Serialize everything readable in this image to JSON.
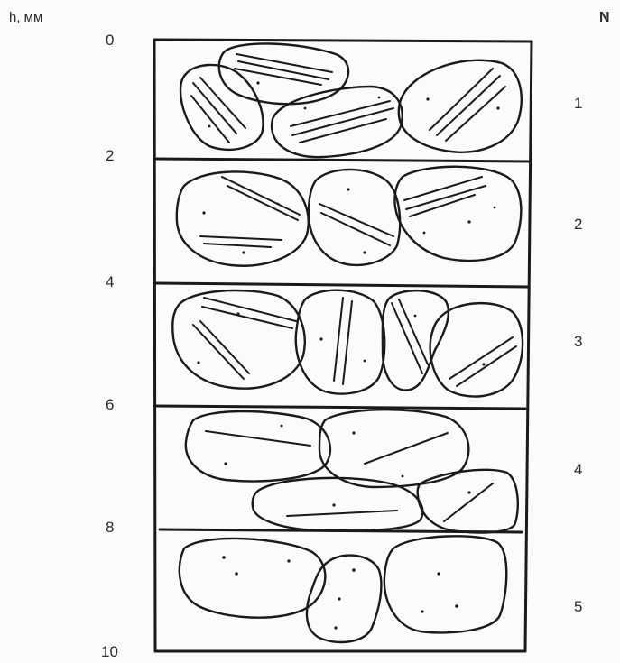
{
  "axis": {
    "title": "h, мм",
    "ticks": [
      "0",
      "2",
      "4",
      "6",
      "8",
      "10"
    ]
  },
  "layers": {
    "title": "N",
    "labels": [
      "1",
      "2",
      "3",
      "4",
      "5"
    ]
  }
}
